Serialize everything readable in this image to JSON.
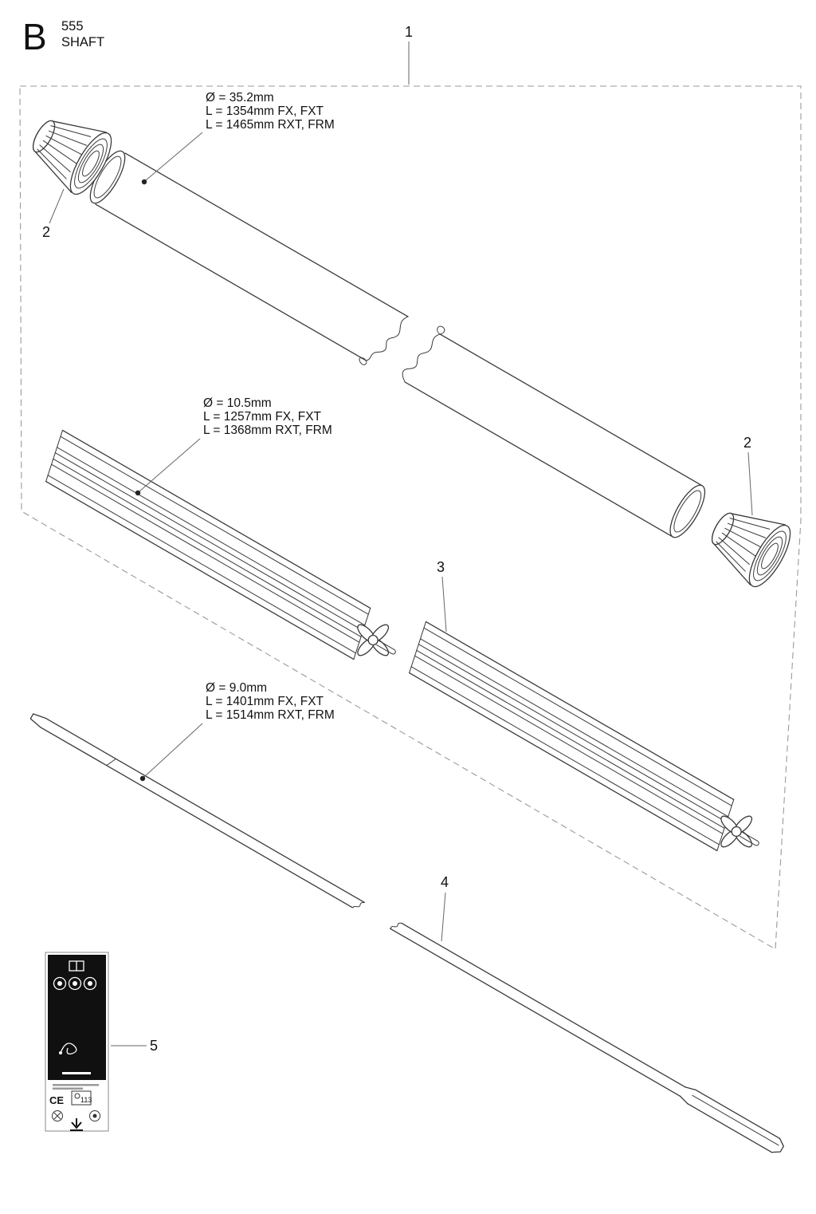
{
  "header": {
    "section_letter": "B",
    "model": "555",
    "section_title": "SHAFT"
  },
  "callouts": {
    "assembly": "1",
    "coupling_left": "2",
    "coupling_right": "2",
    "liner": "3",
    "drive_shaft": "4",
    "decal": "5"
  },
  "annotations": {
    "outer_tube": {
      "diameter": "Ø = 35.2mm",
      "length_fx": "L = 1354mm FX, FXT",
      "length_rxt": "L = 1465mm RXT, FRM"
    },
    "liner_tube": {
      "diameter": "Ø = 10.5mm",
      "length_fx": "L = 1257mm FX, FXT",
      "length_rxt": "L = 1368mm RXT, FRM"
    },
    "drive_shaft": {
      "diameter": "Ø = 9.0mm",
      "length_fx": "L = 1401mm FX, FXT",
      "length_rxt": "L = 1514mm RXT, FRM"
    }
  },
  "decal": {
    "ce_mark": "CE",
    "sound_level": "113"
  },
  "colors": {
    "line": "#3a3a3a",
    "dashed_border": "#9a9a9a",
    "background": "#ffffff",
    "decal_background": "#101010"
  }
}
